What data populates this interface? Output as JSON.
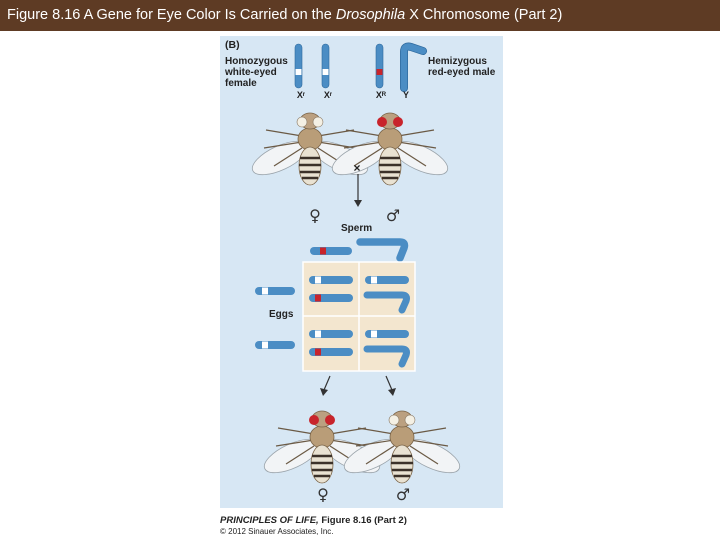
{
  "slide_title": {
    "prefix": "Figure 8.16  A Gene for Eye Color Is Carried on the ",
    "italic": "Drosophila",
    "suffix": " X Chromosome (Part 2)"
  },
  "figure": {
    "panel_label": "(B)",
    "left_parent_label": "Homozygous white-eyed female",
    "right_parent_label": "Hemizygous red-eyed male",
    "chromosome_labels": [
      "Xʳ",
      "Xʳ",
      "Xᴿ",
      "Y"
    ],
    "cross_symbol": "×",
    "female_symbol": "♀",
    "male_symbol": "♂",
    "sperm_label": "Sperm",
    "eggs_label": "Eggs",
    "colors": {
      "chromosome_blue": "#4b8dc4",
      "red_allele": "#c8242b",
      "white_allele": "#ffffff",
      "punnett_fill": "#f3e6cf",
      "figure_bg": "#d7e7f4",
      "title_bg": "#5e3b24"
    }
  },
  "credit": {
    "book": "PRINCIPLES OF LIFE,",
    "figure": " Figure 8.16 (Part 2)",
    "copyright": "© 2012 Sinauer Associates, Inc."
  }
}
